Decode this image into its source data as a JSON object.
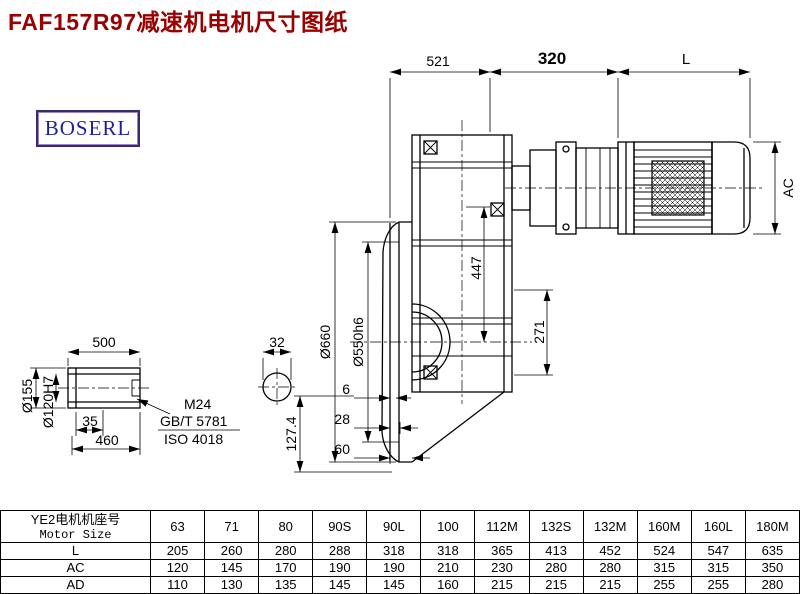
{
  "page": {
    "title": "FAF157R97减速机电机尺寸图纸",
    "logo": "BOSERL"
  },
  "drawing": {
    "dims": {
      "d521": "521",
      "d320": "320",
      "dL": "L",
      "dAC": "AC",
      "d660": "Ø660",
      "d550": "Ø550h6",
      "d447": "447",
      "d271": "271",
      "d6": "6",
      "d28": "28",
      "d60": "60",
      "d127": "127.4",
      "d500": "500",
      "d32": "32",
      "d35": "35",
      "d460": "460",
      "dM24": "M24",
      "dGB": "GB/T 5781",
      "dISO": "ISO 4018",
      "d155": "Ø155",
      "d120": "Ø120H7"
    }
  },
  "table": {
    "header": {
      "line1": "YE2电机机座号",
      "line2": "Motor Size"
    },
    "sizes": [
      "63",
      "71",
      "80",
      "90S",
      "90L",
      "100",
      "112M",
      "132S",
      "132M",
      "160M",
      "160L",
      "180M"
    ],
    "rows": [
      {
        "label": "L",
        "values": [
          "205",
          "260",
          "280",
          "288",
          "318",
          "318",
          "365",
          "413",
          "452",
          "524",
          "547",
          "635"
        ]
      },
      {
        "label": "AC",
        "values": [
          "120",
          "145",
          "170",
          "190",
          "190",
          "210",
          "230",
          "280",
          "280",
          "315",
          "315",
          "350"
        ]
      },
      {
        "label": "AD",
        "values": [
          "110",
          "130",
          "135",
          "145",
          "145",
          "160",
          "215",
          "215",
          "215",
          "255",
          "255",
          "280"
        ]
      }
    ]
  }
}
